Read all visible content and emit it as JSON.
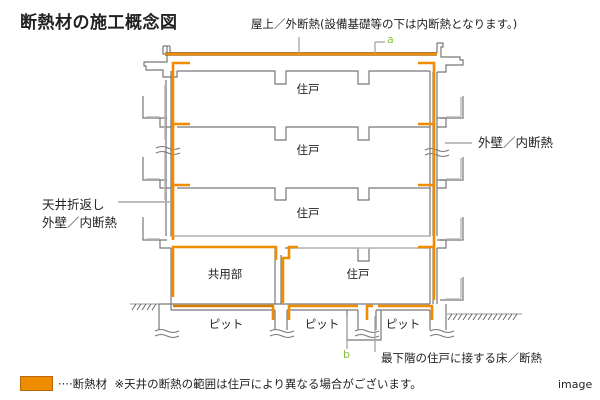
{
  "title": "断熱材の施工概念図",
  "callouts": {
    "roof": "屋上／外断熱(設備基礎等の下は内断熱となります。)",
    "right_wall": "外壁／内断熱",
    "left_ceiling_line1": "天井折返し",
    "left_ceiling_line2": "外壁／内断熱",
    "lowest_floor": "最下階の住戸に接する床／断熱"
  },
  "markers": {
    "a": "a",
    "b": "b"
  },
  "rooms": {
    "floor4": "住戸",
    "floor3": "住戸",
    "floor2": "住戸",
    "floor1_left": "共用部",
    "floor1_right": "住戸",
    "pit1": "ピット",
    "pit2": "ピット",
    "pit3": "ピット"
  },
  "legend": {
    "swatch_color": "#ef8c00",
    "label": "····断熱材",
    "note": "※天井の断熱の範囲は住戸により異なる場合がございます。"
  },
  "image_tag": "image",
  "colors": {
    "insulation": "#ef8c00",
    "insulation_edge": "#8a4a00",
    "structure": "#777777",
    "marker": "#8cbf3f"
  }
}
